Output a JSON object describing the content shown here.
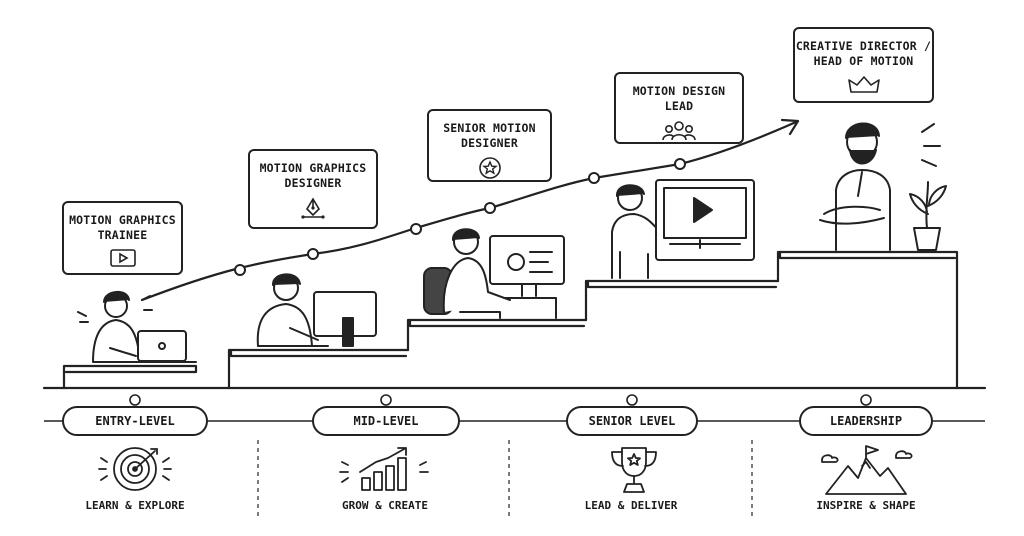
{
  "roles": [
    {
      "label_line1": "MOTION GRAPHICS",
      "label_line2": "TRAINEE",
      "icon": "play-icon"
    },
    {
      "label_line1": "MOTION GRAPHICS",
      "label_line2": "DESIGNER",
      "icon": "pen-tool-icon"
    },
    {
      "label_line1": "SENIOR MOTION",
      "label_line2": "DESIGNER",
      "icon": "star-icon"
    },
    {
      "label_line1": "MOTION DESIGN",
      "label_line2": "LEAD",
      "icon": "team-icon"
    },
    {
      "label_line1": "CREATIVE DIRECTOR /",
      "label_line2": "HEAD OF MOTION",
      "icon": "crown-icon"
    }
  ],
  "stages": [
    {
      "label": "ENTRY-LEVEL",
      "caption": "LEARN & EXPLORE",
      "icon": "target-icon"
    },
    {
      "label": "MID-LEVEL",
      "caption": "GROW & CREATE",
      "icon": "growth-chart-icon"
    },
    {
      "label": "SENIOR LEVEL",
      "caption": "LEAD & DELIVER",
      "icon": "trophy-icon"
    },
    {
      "label": "LEADERSHIP",
      "caption": "INSPIRE & SHAPE",
      "icon": "mountain-flag-icon"
    }
  ],
  "colors": {
    "ink": "#1a1a1a",
    "paper": "#ffffff"
  }
}
